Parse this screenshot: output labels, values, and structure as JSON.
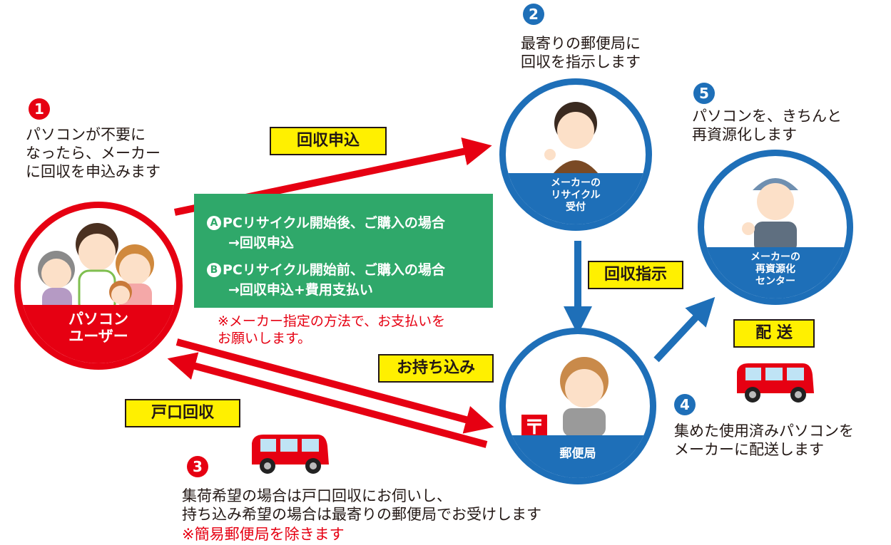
{
  "steps": {
    "s1": {
      "number": "1",
      "text": "パソコンが不要に\nなったら、メーカー\nに回収を申込みます"
    },
    "s2": {
      "number": "2",
      "text": "最寄りの郵便局に\n回収を指示します"
    },
    "s3": {
      "number": "3",
      "text": "集荷希望の場合は戸口回収にお伺いし、\n持ち込み希望の場合は最寄りの郵便局でお受けします",
      "note": "※簡易郵便局を除きます"
    },
    "s4": {
      "number": "4",
      "text": "集めた使用済みパソコンを\nメーカーに配送します"
    },
    "s5": {
      "number": "5",
      "text": "パソコンを、きちんと\n再資源化します"
    }
  },
  "labels": {
    "apply": "回収申込",
    "instruct": "回収指示",
    "bring": "お持ち込み",
    "door": "戸口回収",
    "ship": "配 送"
  },
  "nodes": {
    "user": "パソコン\nユーザー",
    "reception": "メーカーの\nリサイクル\n受付",
    "center": "メーカーの\n再資源化\nセンター",
    "post": "郵便局"
  },
  "green_box": {
    "a_badge": "A",
    "a_line1": "PCリサイクル開始後、ご購入の場合",
    "a_line2": "→回収申込",
    "b_badge": "B",
    "b_line1": "PCリサイクル開始前、ご購入の場合",
    "b_line2": "→回収申込+費用支払い"
  },
  "payment_note": "※メーカー指定の方法で、お支払いを\nお願いします。",
  "post_mark": "〒",
  "icons": [
    "post-mark-icon",
    "delivery-van-icon"
  ],
  "colors": {
    "red": "#e60012",
    "blue": "#1e6fb8",
    "green": "#2fa86a",
    "yellow": "#fff000"
  }
}
